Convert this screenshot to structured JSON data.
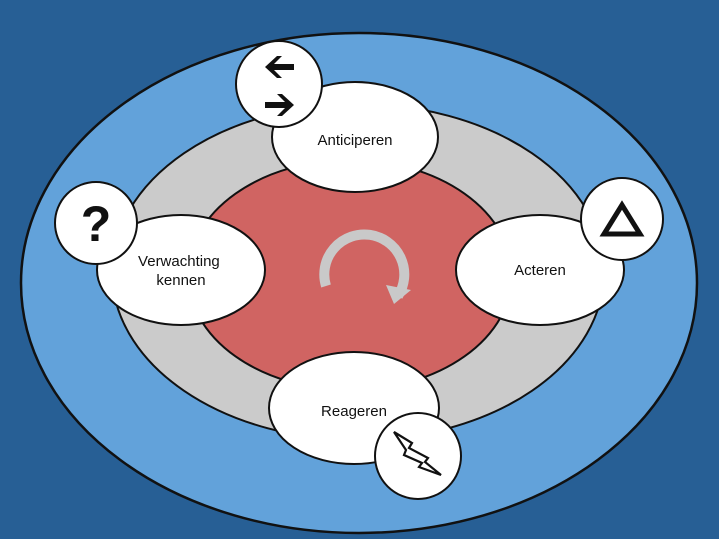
{
  "diagram": {
    "steps": [
      {
        "key": "anticiperen",
        "lines": [
          "Anticiperen"
        ],
        "icon": "left-right-arrows-icon"
      },
      {
        "key": "acteren",
        "lines": [
          "Acteren"
        ],
        "icon": "triangle-icon"
      },
      {
        "key": "reageren",
        "lines": [
          "Reageren"
        ],
        "icon": "lightning-bolt-icon"
      },
      {
        "key": "verwachting",
        "lines": [
          "Verwachting",
          "kennen"
        ],
        "icon": "question-mark-icon"
      }
    ],
    "question_symbol": "?",
    "center_icon": "cycle-arrow-icon"
  },
  "colors": {
    "background": "#275f95",
    "outer_ring": "#62a2da",
    "grey_ring": "#cbcbcb",
    "core": "#d06462",
    "cycle_arrow": "#c9c9c9",
    "node_fill": "#ffffff",
    "outline": "#111111"
  }
}
